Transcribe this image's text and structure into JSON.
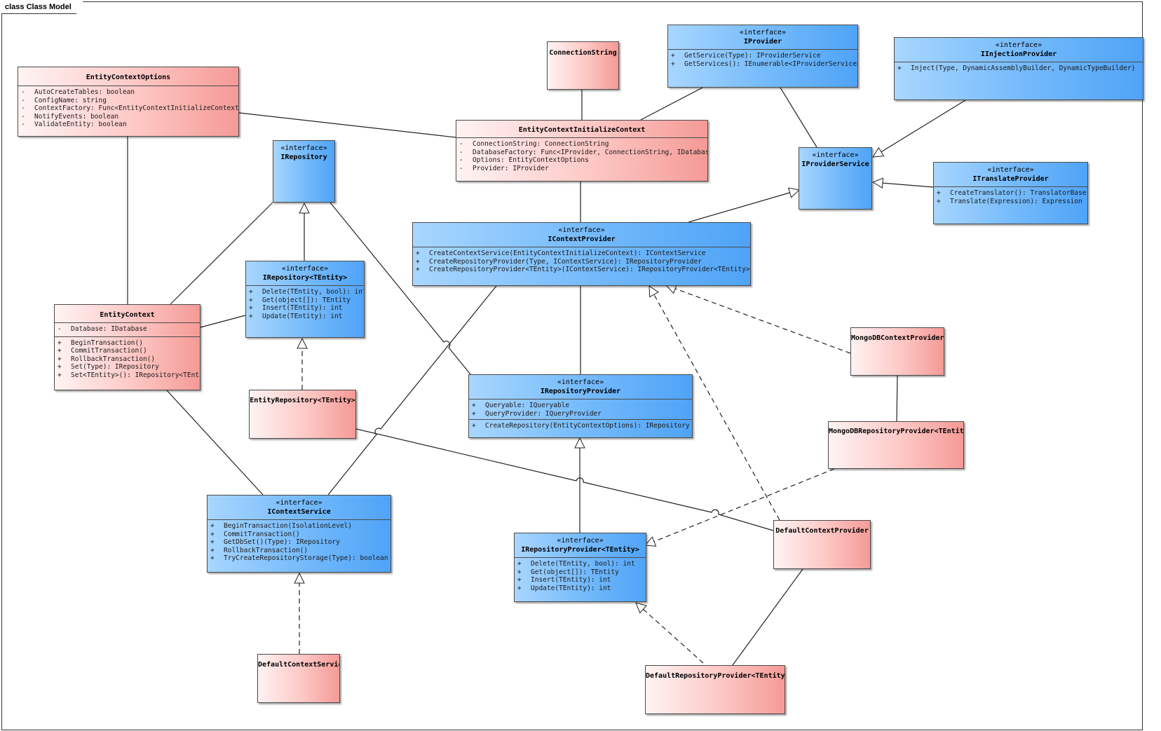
{
  "frame": {
    "title": "class Class Model"
  },
  "classes": {
    "entity_context_options": {
      "name": "EntityContextOptions",
      "attributes": [
        {
          "vis": "-",
          "text": "AutoCreateTables: boolean"
        },
        {
          "vis": "-",
          "text": "ConfigName: string"
        },
        {
          "vis": "-",
          "text": "ContextFactory: Func<EntityContextInitializeContext>"
        },
        {
          "vis": "-",
          "text": "NotifyEvents: boolean"
        },
        {
          "vis": "-",
          "text": "ValidateEntity: boolean"
        }
      ]
    },
    "connection_string": {
      "name": "ConnectionString"
    },
    "iprovider": {
      "stereotype": "«interface»",
      "name": "IProvider",
      "operations": [
        {
          "vis": "+",
          "text": "GetService(Type): IProviderService"
        },
        {
          "vis": "+",
          "text": "GetServices(): IEnumerable<IProviderService>"
        }
      ]
    },
    "iinjection_provider": {
      "stereotype": "«interface»",
      "name": "IInjectionProvider",
      "operations": [
        {
          "vis": "+",
          "text": "Inject(Type, DynamicAssemblyBuilder, DynamicTypeBuilder)"
        }
      ]
    },
    "entity_context_initialize_context": {
      "name": "EntityContextInitializeContext",
      "attributes": [
        {
          "vis": "-",
          "text": "ConnectionString: ConnectionString"
        },
        {
          "vis": "-",
          "text": "DatabaseFactory: Func<IProvider, ConnectionString, IDatabase>"
        },
        {
          "vis": "-",
          "text": "Options: EntityContextOptions"
        },
        {
          "vis": "-",
          "text": "Provider: IProvider"
        }
      ]
    },
    "irepository": {
      "stereotype": "«interface»",
      "name": "IRepository"
    },
    "iprovider_service": {
      "stereotype": "«interface»",
      "name": "IProviderService"
    },
    "itranslate_provider": {
      "stereotype": "«interface»",
      "name": "ITranslateProvider",
      "operations": [
        {
          "vis": "+",
          "text": "CreateTranslator(): TranslatorBase"
        },
        {
          "vis": "+",
          "text": "Translate(Expression): Expression"
        }
      ]
    },
    "icontext_provider": {
      "stereotype": "«interface»",
      "name": "IContextProvider",
      "operations": [
        {
          "vis": "+",
          "text": "CreateContextService(EntityContextInitializeContext): IContextService"
        },
        {
          "vis": "+",
          "text": "CreateRepositoryProvider(Type, IContextService): IRepositoryProvider"
        },
        {
          "vis": "+",
          "text": "CreateRepositoryProvider<TEntity>(IContextService): IRepositoryProvider<TEntity>"
        }
      ]
    },
    "irepository_tentity": {
      "stereotype": "«interface»",
      "name": "IRepository<TEntity>",
      "operations": [
        {
          "vis": "+",
          "text": "Delete(TEntity, bool): int"
        },
        {
          "vis": "+",
          "text": "Get(object[]): TEntity"
        },
        {
          "vis": "+",
          "text": "Insert(TEntity): int"
        },
        {
          "vis": "+",
          "text": "Update(TEntity): int"
        }
      ]
    },
    "entity_context": {
      "name": "EntityContext",
      "attributes": [
        {
          "vis": "-",
          "text": "Database: IDatabase"
        }
      ],
      "operations": [
        {
          "vis": "+",
          "text": "BeginTransaction()"
        },
        {
          "vis": "+",
          "text": "CommitTransaction()"
        },
        {
          "vis": "+",
          "text": "RollbackTransaction()"
        },
        {
          "vis": "+",
          "text": "Set(Type): IRepository"
        },
        {
          "vis": "+",
          "text": "Set<TEntity>(): IRepository<TEntity>"
        }
      ]
    },
    "mongodb_context_provider": {
      "name": "MongoDBContextProvider"
    },
    "irepository_provider": {
      "stereotype": "«interface»",
      "name": "IRepositoryProvider",
      "attributes": [
        {
          "vis": "+",
          "text": "Queryable: IQueryable"
        },
        {
          "vis": "+",
          "text": "QueryProvider: IQueryProvider"
        }
      ],
      "operations": [
        {
          "vis": "+",
          "text": "CreateRepository(EntityContextOptions): IRepository"
        }
      ]
    },
    "entity_repository": {
      "name": "EntityRepository<TEntity>"
    },
    "mongodb_repository_provider": {
      "name": "MongoDBRepositoryProvider<TEntity>"
    },
    "icontext_service": {
      "stereotype": "«interface»",
      "name": "IContextService",
      "operations": [
        {
          "vis": "+",
          "text": "BeginTransaction(IsolationLevel)"
        },
        {
          "vis": "+",
          "text": "CommitTransaction()"
        },
        {
          "vis": "+",
          "text": "GetDbSet()(Type): IRepository"
        },
        {
          "vis": "+",
          "text": "RollbackTransaction()"
        },
        {
          "vis": "+",
          "text": "TryCreateRepositoryStorage(Type): boolean"
        }
      ]
    },
    "default_context_provider": {
      "name": "DefaultContextProvider"
    },
    "irepository_provider_tentity": {
      "stereotype": "«interface»",
      "name": "IRepositoryProvider<TEntity>",
      "operations": [
        {
          "vis": "+",
          "text": "Delete(TEntity, bool): int"
        },
        {
          "vis": "+",
          "text": "Get(object[]): TEntity"
        },
        {
          "vis": "+",
          "text": "Insert(TEntity): int"
        },
        {
          "vis": "+",
          "text": "Update(TEntity): int"
        }
      ]
    },
    "default_context_service": {
      "name": "DefaultContextService"
    },
    "default_repository_provider": {
      "name": "DefaultRepositoryProvider<TEntity>"
    }
  },
  "relationships": [
    {
      "type": "association",
      "from": "EntityContextOptions",
      "to": "EntityContextInitializeContext"
    },
    {
      "type": "association",
      "from": "EntityContextOptions",
      "to": "EntityContext"
    },
    {
      "type": "association",
      "from": "ConnectionString",
      "to": "EntityContextInitializeContext"
    },
    {
      "type": "association",
      "from": "IProvider",
      "to": "EntityContextInitializeContext"
    },
    {
      "type": "association",
      "from": "IProvider",
      "to": "IProviderService"
    },
    {
      "type": "generalization",
      "from": "IInjectionProvider",
      "to": "IProviderService"
    },
    {
      "type": "generalization",
      "from": "ITranslateProvider",
      "to": "IProviderService"
    },
    {
      "type": "generalization",
      "from": "IContextProvider",
      "to": "IProviderService"
    },
    {
      "type": "association",
      "from": "EntityContextInitializeContext",
      "to": "IContextProvider"
    },
    {
      "type": "generalization",
      "from": "IRepository<TEntity>",
      "to": "IRepository"
    },
    {
      "type": "association",
      "from": "IRepository",
      "to": "EntityContext"
    },
    {
      "type": "association",
      "from": "IRepository",
      "to": "IRepositoryProvider"
    },
    {
      "type": "association",
      "from": "EntityContext",
      "to": "IRepository<TEntity>"
    },
    {
      "type": "realization",
      "from": "EntityRepository<TEntity>",
      "to": "IRepository<TEntity>"
    },
    {
      "type": "association",
      "from": "EntityContext",
      "to": "IContextService"
    },
    {
      "type": "association",
      "from": "IContextProvider",
      "to": "IContextService"
    },
    {
      "type": "association",
      "from": "IContextProvider",
      "to": "IRepositoryProvider"
    },
    {
      "type": "realization",
      "from": "MongoDBContextProvider",
      "to": "IContextProvider"
    },
    {
      "type": "realization",
      "from": "DefaultContextProvider",
      "to": "IContextProvider"
    },
    {
      "type": "association",
      "from": "MongoDBContextProvider",
      "to": "MongoDBRepositoryProvider<TEntity>"
    },
    {
      "type": "generalization",
      "from": "IRepositoryProvider<TEntity>",
      "to": "IRepositoryProvider"
    },
    {
      "type": "realization",
      "from": "MongoDBRepositoryProvider<TEntity>",
      "to": "IRepositoryProvider<TEntity>"
    },
    {
      "type": "association",
      "from": "EntityRepository<TEntity>",
      "to": "DefaultContextProvider"
    },
    {
      "type": "realization",
      "from": "DefaultContextService",
      "to": "IContextService"
    },
    {
      "type": "association",
      "from": "DefaultContextProvider",
      "to": "DefaultRepositoryProvider<TEntity>"
    },
    {
      "type": "realization",
      "from": "DefaultRepositoryProvider<TEntity>",
      "to": "IRepositoryProvider<TEntity>"
    }
  ],
  "colors": {
    "class_fill_start": "#fff3f3",
    "class_fill_end": "#f59a96",
    "interface_fill_start": "#a8d6ff",
    "interface_fill_end": "#4fa3f7",
    "line": "#222222"
  }
}
